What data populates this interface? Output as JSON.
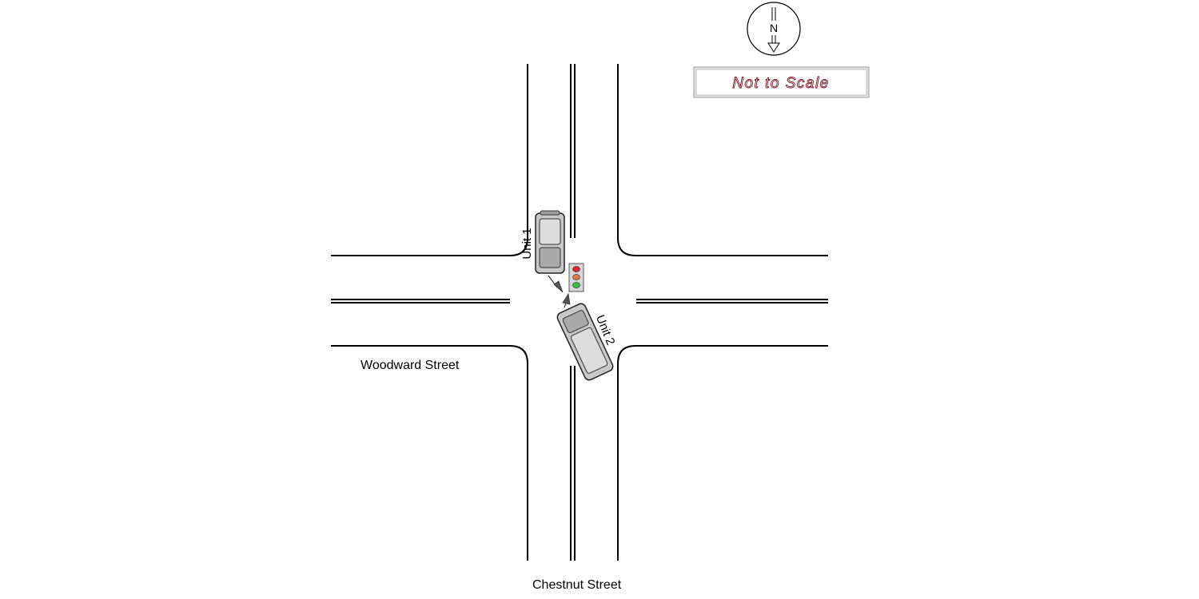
{
  "streets": {
    "east_west": "Woodward Street",
    "north_south": "Chestnut Street"
  },
  "vehicles": [
    {
      "label": "Unit 1"
    },
    {
      "label": "Unit 2"
    }
  ],
  "compass": {
    "letter": "N"
  },
  "scale_note": "Not to Scale",
  "traffic_signal": {
    "lamp_colors": [
      "#e8202a",
      "#e07a3a",
      "#36c436"
    ]
  },
  "colors": {
    "vehicle_body": "#c8c8c8",
    "scale_text_outline": "#7a1020"
  }
}
